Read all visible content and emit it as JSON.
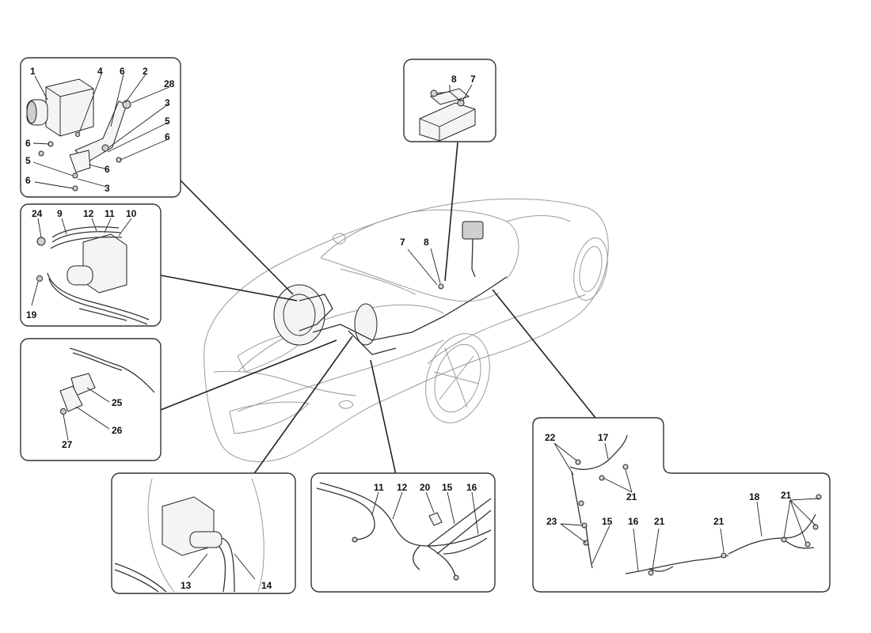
{
  "diagram": {
    "panels": {
      "abs_unit": {
        "labels": [
          "1",
          "4",
          "6",
          "2",
          "28",
          "3",
          "5",
          "6",
          "6",
          "6",
          "5",
          "6",
          "3"
        ]
      },
      "sensor_module": {
        "labels": [
          "8",
          "7"
        ]
      },
      "abs_pipes": {
        "labels": [
          "24",
          "9",
          "12",
          "11",
          "10",
          "19"
        ]
      },
      "bracket": {
        "labels": [
          "25",
          "26",
          "27"
        ]
      },
      "master_cylinder": {
        "labels": [
          "13",
          "14"
        ]
      },
      "front_lines": {
        "labels": [
          "11",
          "12",
          "20",
          "15",
          "16"
        ]
      },
      "rear_lines": {
        "labels": [
          "22",
          "17",
          "21",
          "23",
          "15",
          "16",
          "21",
          "21",
          "18",
          "21"
        ]
      },
      "car_body": {
        "labels": [
          "7",
          "8"
        ]
      }
    },
    "colors": {
      "line": "#222222",
      "car_outline": "#9a9a9a",
      "panel_border": "#333333"
    }
  }
}
